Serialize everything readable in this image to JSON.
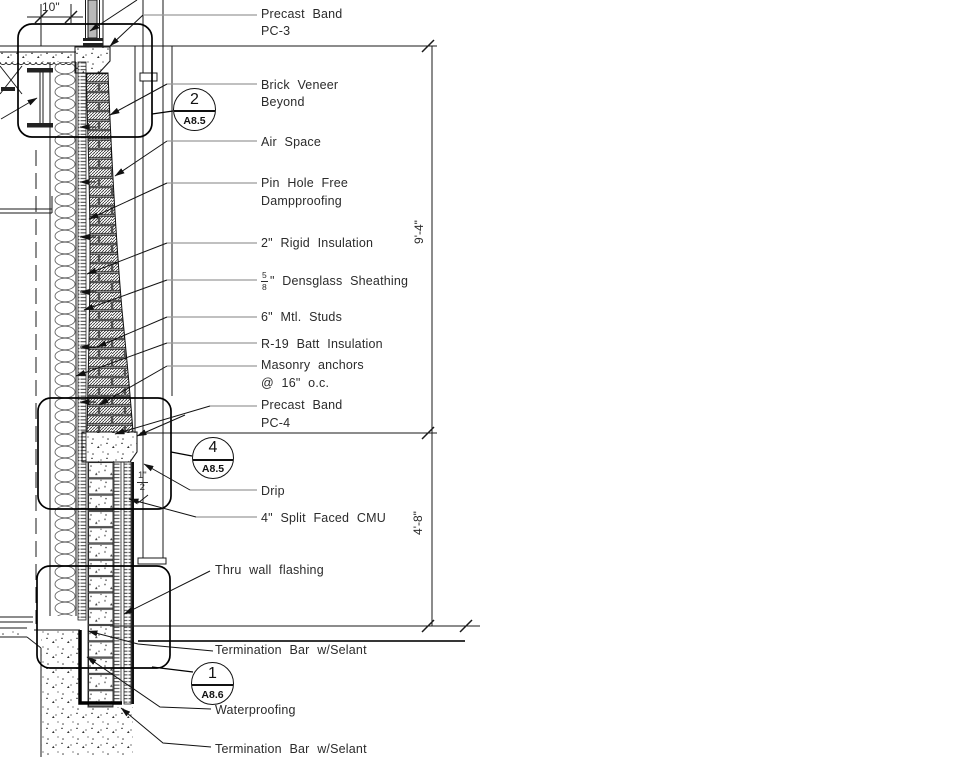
{
  "callouts": [
    {
      "number": "2",
      "sheet": "A8.5"
    },
    {
      "number": "4",
      "sheet": "A8.5"
    },
    {
      "number": "1",
      "sheet": "A8.6"
    }
  ],
  "dimensions": {
    "top_width": "10\"",
    "upper_height": "9'-4\"",
    "lower_height": "4'-8\"",
    "offset_num": "1\"",
    "offset_den": "2"
  },
  "annotations": {
    "precast_band_3_line1": "Precast Band",
    "precast_band_3_line2": "PC-3",
    "brick_veneer_line1": "Brick Veneer",
    "brick_veneer_line2": "Beyond",
    "air_space": "Air Space",
    "dampproofing_line1": "Pin Hole Free",
    "dampproofing_line2": "Dampproofing",
    "rigid_insulation": "2\" Rigid Insulation",
    "densglass_num": "5",
    "densglass_den": "8",
    "densglass_text": "\" Densglass Sheathing",
    "metal_studs": "6\" Mtl. Studs",
    "batt_insulation": "R-19 Batt Insulation",
    "masonry_anchors_line1": "Masonry anchors",
    "masonry_anchors_line2": "@ 16\" o.c.",
    "precast_band_4_line1": "Precast Band",
    "precast_band_4_line2": "PC-4",
    "drip": "Drip",
    "split_faced_cmu": "4\" Split Faced CMU",
    "thru_wall_flashing": "Thru wall flashing",
    "termination_bar_top": "Termination Bar w/Selant",
    "waterproofing": "Waterproofing",
    "termination_bar_bottom": "Termination Bar w/Selant"
  },
  "colors": {
    "line": "#1a1a1a",
    "leader_gray": "#9b9b9b",
    "text": "#2b2b2b",
    "background": "#ffffff"
  }
}
